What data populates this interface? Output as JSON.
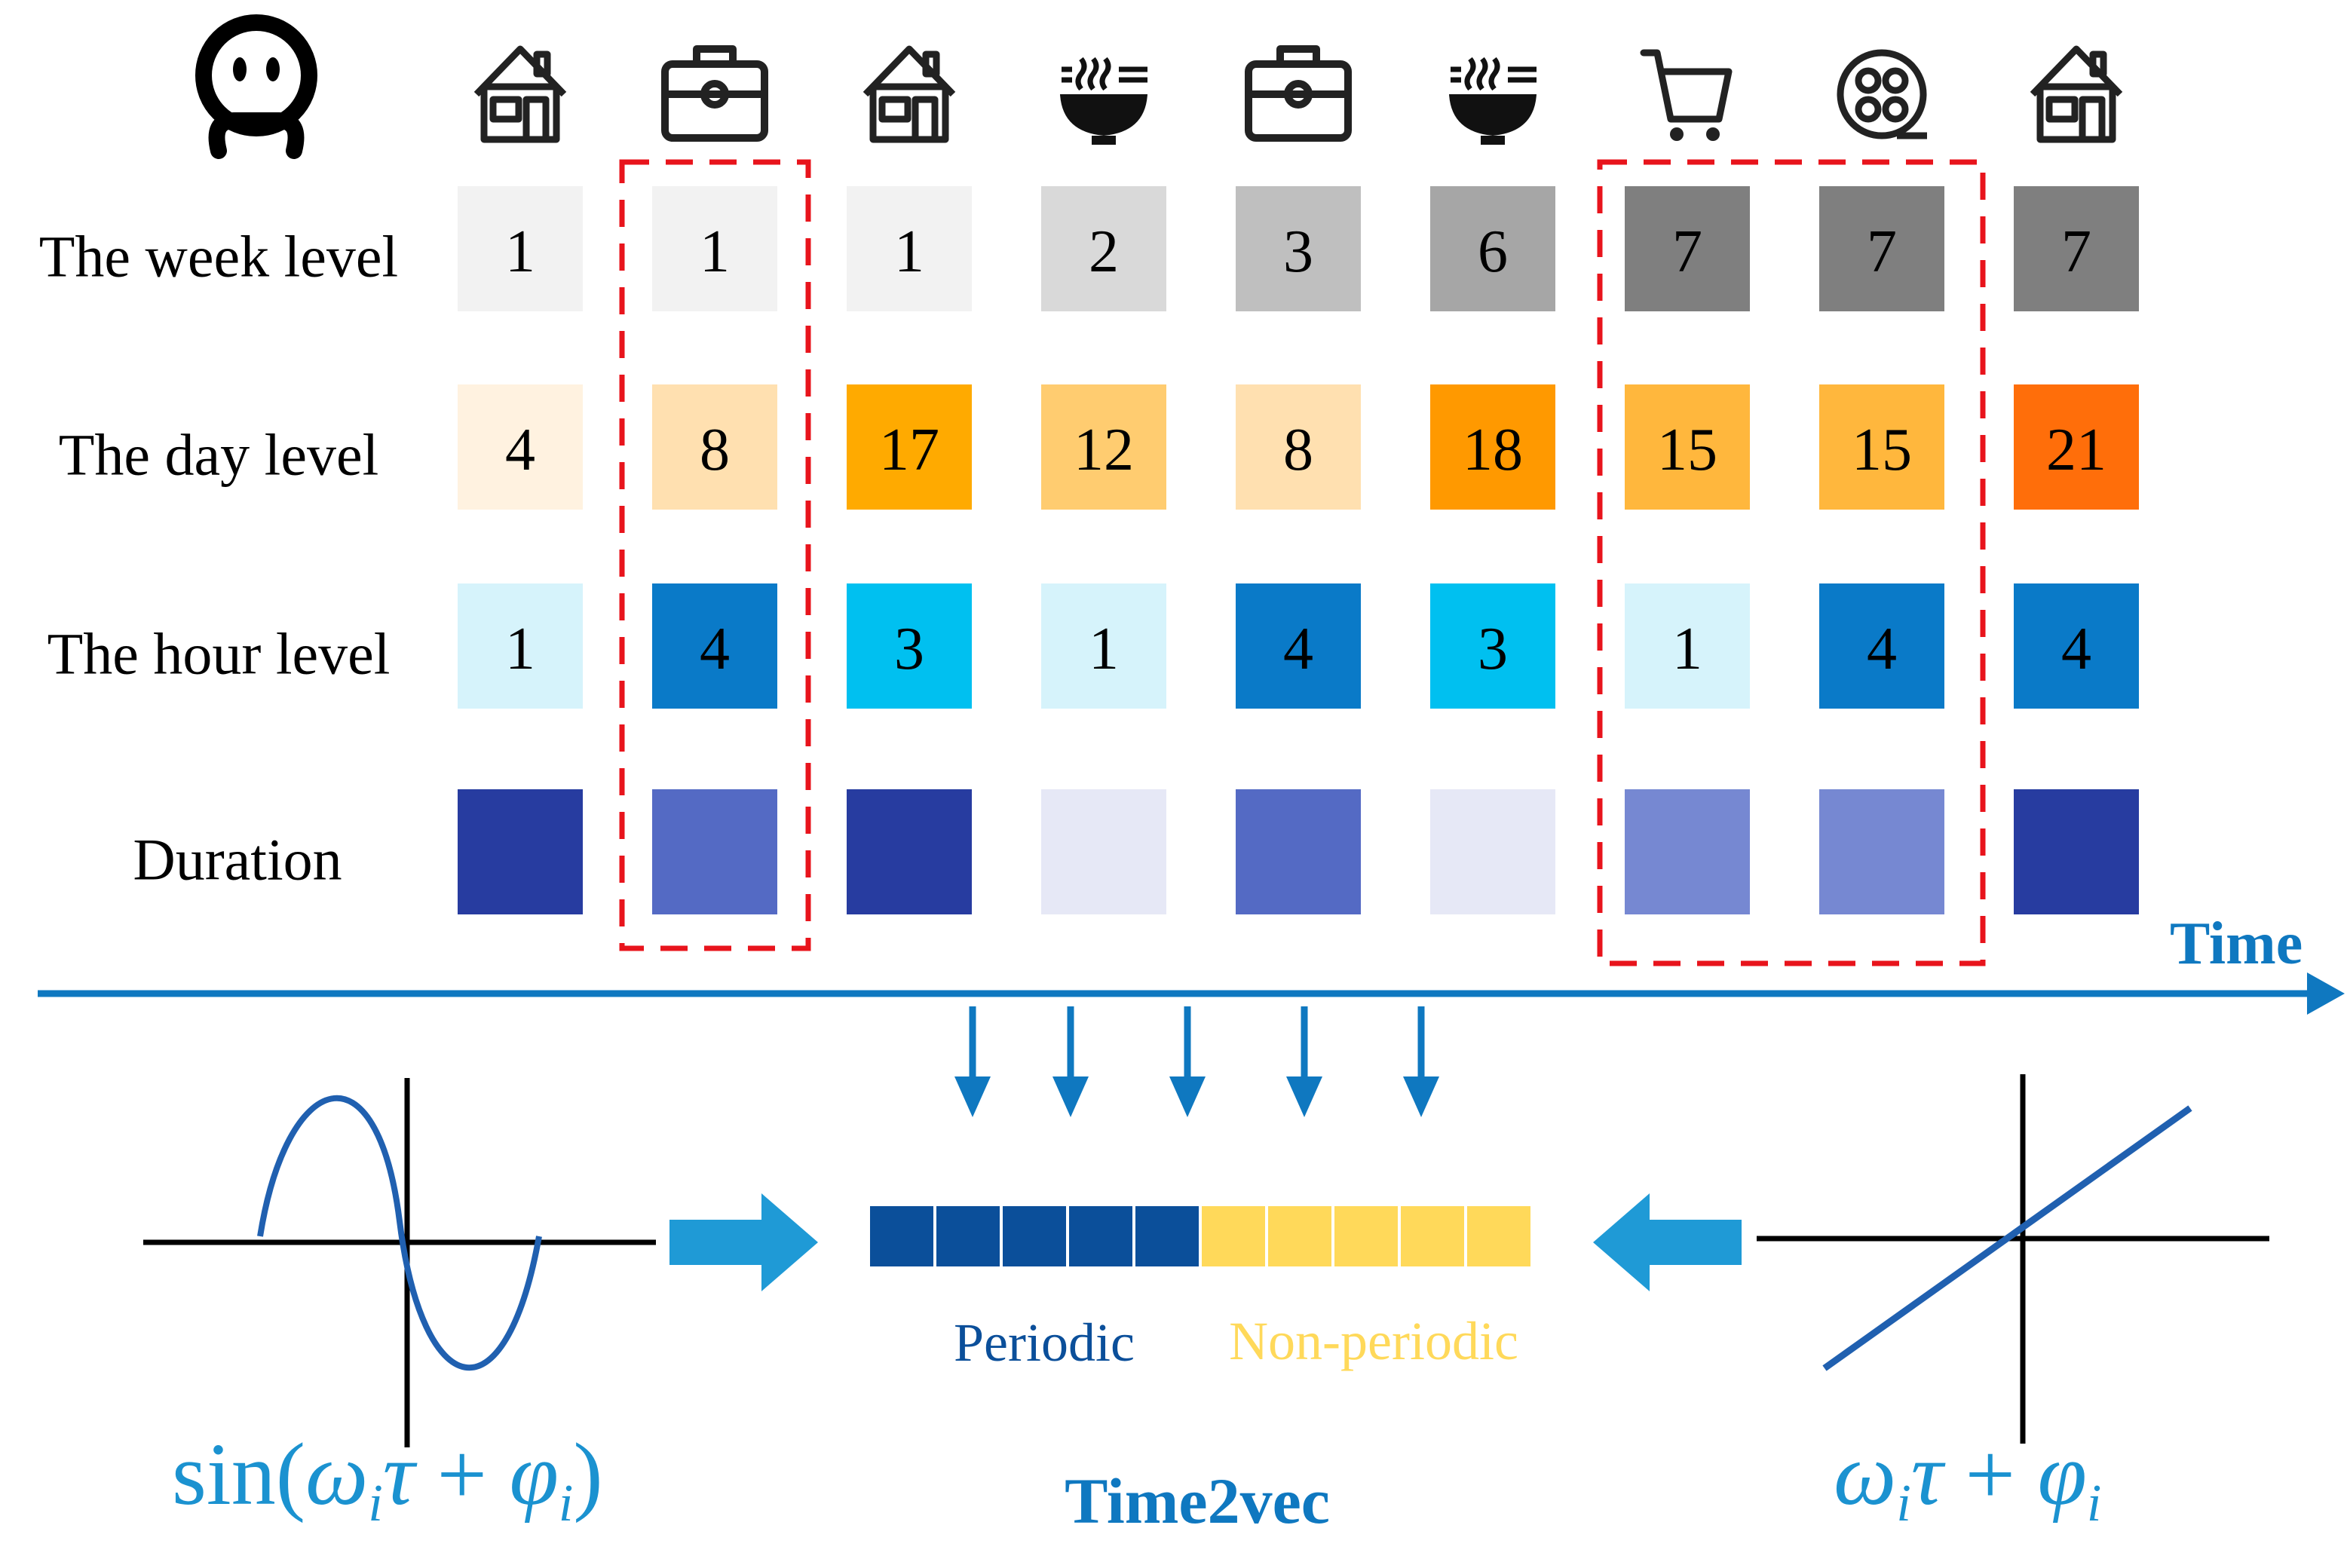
{
  "rows": [
    {
      "label": "The week level",
      "values": [
        "1",
        "1",
        "1",
        "2",
        "3",
        "6",
        "7",
        "7",
        "7"
      ],
      "colors": [
        "#f2f2f2",
        "#f2f2f2",
        "#f2f2f2",
        "#d9d9d9",
        "#bfbfbf",
        "#a6a6a6",
        "#7f7f7f",
        "#7f7f7f",
        "#7f7f7f"
      ]
    },
    {
      "label": "The day level",
      "values": [
        "4",
        "8",
        "17",
        "12",
        "8",
        "18",
        "15",
        "15",
        "21"
      ],
      "colors": [
        "#fff2e0",
        "#ffe0b0",
        "#ffaa00",
        "#ffcc70",
        "#ffe0b0",
        "#ff9900",
        "#ffb73d",
        "#ffb73d",
        "#ff6e0a"
      ]
    },
    {
      "label": "The hour level",
      "values": [
        "1",
        "4",
        "3",
        "1",
        "4",
        "3",
        "1",
        "4",
        "4"
      ],
      "colors": [
        "#d6f3fb",
        "#0a7ac8",
        "#00c0f0",
        "#d6f3fb",
        "#0a7ac8",
        "#00c0f0",
        "#d6f3fb",
        "#0a7ac8",
        "#0a7ac8"
      ]
    },
    {
      "label": "Duration",
      "values": [],
      "colors": [
        "#273ca0",
        "#546ac4",
        "#273ca0",
        "#e6e8f6",
        "#546ac4",
        "#e6e8f6",
        "#7688d2",
        "#7688d2",
        "#273ca0"
      ]
    }
  ],
  "icons": [
    "house-icon",
    "briefcase-icon",
    "house-icon",
    "food-bowl-icon",
    "briefcase-icon",
    "food-bowl-icon",
    "shopping-cart-icon",
    "film-reel-icon",
    "house-icon"
  ],
  "person_icon": "person-icon",
  "time_axis": {
    "label": "Time"
  },
  "time2vec": {
    "title": "Time2vec",
    "periodic_label": "Periodic",
    "nonperiodic_label": "Non-periodic",
    "periodic_color": "#0b4f9a",
    "nonperiodic_color": "#ffd95a",
    "periodic_cells": 5,
    "nonperiodic_cells": 5
  },
  "formulas": {
    "left": {
      "prefix": "sin(",
      "omega": "ω",
      "tau": "τ",
      "plus": " + ",
      "phi": "φ",
      "sub": "i",
      "suffix": ")"
    },
    "right": {
      "omega": "ω",
      "tau": "τ",
      "plus": " + ",
      "phi": "φ",
      "sub": "i"
    }
  },
  "colors": {
    "accent_blue": "#0f78c0",
    "highlight_red": "#e8141c",
    "curve_blue": "#2060b0"
  }
}
